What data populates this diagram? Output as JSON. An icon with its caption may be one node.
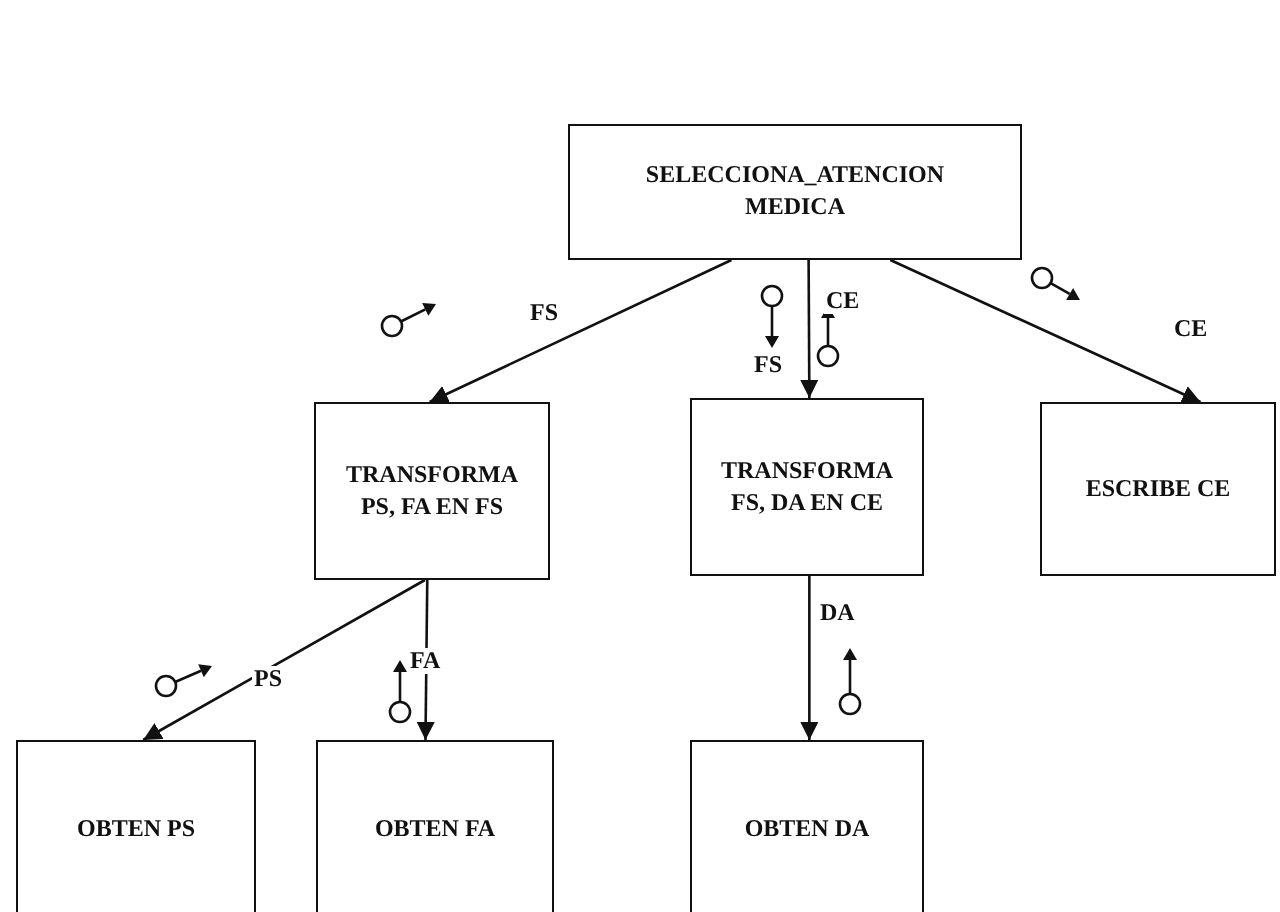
{
  "diagram": {
    "nodes": [
      {
        "text": [
          "SELECCIONA_ATENCION MEDICA"
        ]
      },
      {
        "text": [
          "TRANSFORMA PS, FA EN FS"
        ]
      },
      {
        "text": [
          "TRANSFORMA FS, DA EN CE"
        ]
      },
      {
        "text": [
          "ESCRIBE CE"
        ]
      },
      {
        "text": [
          "OBTEN PS"
        ]
      },
      {
        "text": [
          "OBTEN FA"
        ]
      },
      {
        "text": [
          "OBTEN DA"
        ]
      }
    ],
    "edges": [
      {
        "from": 0,
        "to": 1,
        "arrow": "to",
        "label": "FS"
      },
      {
        "from": 0,
        "to": 2,
        "arrow": "to",
        "label": "CE"
      },
      {
        "from": 0,
        "to": 3,
        "arrow": "to",
        "label": "CE"
      },
      {
        "from": 1,
        "to": 4,
        "arrow": "to",
        "label": "PS"
      },
      {
        "from": 1,
        "to": 5,
        "arrow": "to",
        "label": "FA"
      },
      {
        "from": 2,
        "to": 6,
        "arrow": "to",
        "label": "DA"
      }
    ],
    "labels": [
      "FS"
    ]
  }
}
